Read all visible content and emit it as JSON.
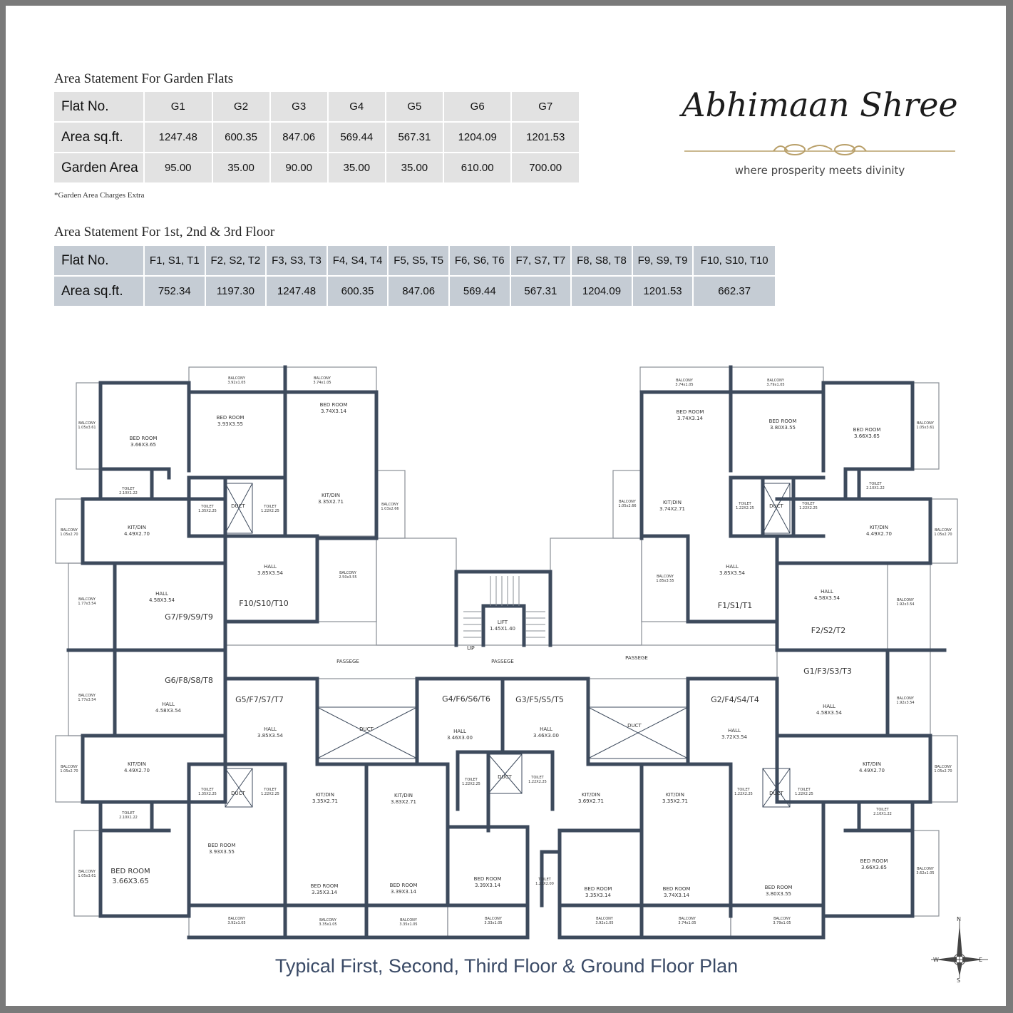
{
  "garden_table": {
    "title": "Area Statement For Garden Flats",
    "rows": [
      {
        "label": "Flat No.",
        "cells": [
          "G1",
          "G2",
          "G3",
          "G4",
          "G5",
          "G6",
          "G7"
        ]
      },
      {
        "label": "Area sq.ft.",
        "cells": [
          "1247.48",
          "600.35",
          "847.06",
          "569.44",
          "567.31",
          "1204.09",
          "1201.53"
        ]
      },
      {
        "label": "Garden Area",
        "cells": [
          "95.00",
          "35.00",
          "90.00",
          "35.00",
          "35.00",
          "610.00",
          "700.00"
        ]
      }
    ],
    "note": "*Garden Area Charges Extra"
  },
  "floor_table": {
    "title": "Area Statement For 1st, 2nd & 3rd Floor",
    "rows": [
      {
        "label": "Flat No.",
        "cells": [
          "F1, S1, T1",
          "F2, S2, T2",
          "F3, S3, T3",
          "F4, S4, T4",
          "F5, S5, T5",
          "F6, S6, T6",
          "F7, S7, T7",
          "F8, S8, T8",
          "F9, S9, T9",
          "F10, S10, T10"
        ]
      },
      {
        "label": "Area sq.ft.",
        "cells": [
          "752.34",
          "1197.30",
          "1247.48",
          "600.35",
          "847.06",
          "569.44",
          "567.31",
          "1204.09",
          "1201.53",
          "662.37"
        ]
      }
    ]
  },
  "logo": {
    "brand": "Abhimaan Shree",
    "tagline": "where prosperity meets divinity"
  },
  "plan": {
    "caption": "Typical First, Second, Third Floor &  Ground Floor Plan",
    "colors": {
      "wall": "#3d4a5c",
      "thin": "#8a8f96"
    },
    "compass": {
      "n": "N",
      "s": "S",
      "e": "E",
      "w": "W"
    },
    "unit_labels": [
      "F10/S10/T10",
      "G7/F9/S9/T9",
      "F1/S1/T1",
      "F2/S2/T2",
      "G6/F8/S8/T8",
      "G5/F7/S7/T7",
      "G4/F6/S6/T6",
      "G3/F5/S5/T5",
      "G2/F4/S4/T4",
      "G1/F3/S3/T3"
    ],
    "rooms": [
      {
        "name": "BALCONY",
        "dim": "3.92x1.05"
      },
      {
        "name": "BALCONY",
        "dim": "3.74x1.05"
      },
      {
        "name": "BALCONY",
        "dim": "3.74x1.05"
      },
      {
        "name": "BALCONY",
        "dim": "3.79x1.05"
      },
      {
        "name": "BALCONY",
        "dim": "1.05x3.61"
      },
      {
        "name": "BED ROOM",
        "dim": "3.66X3.65"
      },
      {
        "name": "BED ROOM",
        "dim": "3.93X3.55"
      },
      {
        "name": "BED ROOM",
        "dim": "3.74X3.14"
      },
      {
        "name": "BED ROOM",
        "dim": "3.74X3.14"
      },
      {
        "name": "BED ROOM",
        "dim": "3.80X3.55"
      },
      {
        "name": "BED ROOM",
        "dim": "3.66X3.65"
      },
      {
        "name": "BALCONY",
        "dim": "1.05x3.61"
      },
      {
        "name": "TOILET",
        "dim": "2.10X1.22"
      },
      {
        "name": "TOILET",
        "dim": "2.10X1.22"
      },
      {
        "name": "TOILET",
        "dim": "1.35X2.25"
      },
      {
        "name": "DUCT",
        "dim": ""
      },
      {
        "name": "TOILET",
        "dim": "1.22X2.25"
      },
      {
        "name": "KIT/DIN",
        "dim": "3.35X2.71"
      },
      {
        "name": "BALCONY",
        "dim": "1.03x2.66"
      },
      {
        "name": "BALCONY",
        "dim": "1.05x2.66"
      },
      {
        "name": "KIT/DIN",
        "dim": "3.74X2.71"
      },
      {
        "name": "TOILET",
        "dim": "1.22X2.25"
      },
      {
        "name": "DUCT",
        "dim": ""
      },
      {
        "name": "TOILET",
        "dim": "1.22X2.25"
      },
      {
        "name": "BALCONY",
        "dim": "1.05x2.70"
      },
      {
        "name": "KIT/DIN",
        "dim": "4.49X2.70"
      },
      {
        "name": "KIT/DIN",
        "dim": "4.49X2.70"
      },
      {
        "name": "BALCONY",
        "dim": "1.05x2.70"
      },
      {
        "name": "HALL",
        "dim": "3.85X3.54"
      },
      {
        "name": "BALCONY",
        "dim": "2.50x3.55"
      },
      {
        "name": "BALCONY",
        "dim": "1.85x3.55"
      },
      {
        "name": "HALL",
        "dim": "3.85X3.54"
      },
      {
        "name": "BALCONY",
        "dim": "1.77x3.54"
      },
      {
        "name": "HALL",
        "dim": "4.58X3.54"
      },
      {
        "name": "HALL",
        "dim": "4.58X3.54"
      },
      {
        "name": "BALCONY",
        "dim": "1.92x3.54"
      },
      {
        "name": "LIFT",
        "dim": "1.45X1.40"
      },
      {
        "name": "PASSEGE",
        "dim": ""
      },
      {
        "name": "PASSEGE",
        "dim": ""
      },
      {
        "name": "PASSEGE",
        "dim": ""
      },
      {
        "name": "BALCONY",
        "dim": "1.77x3.54"
      },
      {
        "name": "HALL",
        "dim": "4.58X3.54"
      },
      {
        "name": "HALL",
        "dim": "3.85X3.54"
      },
      {
        "name": "DUCT",
        "dim": ""
      },
      {
        "name": "HALL",
        "dim": "3.46X3.00"
      },
      {
        "name": "HALL",
        "dim": "3.46X3.00"
      },
      {
        "name": "DUCT",
        "dim": ""
      },
      {
        "name": "HALL",
        "dim": "3.72X3.54"
      },
      {
        "name": "HALL",
        "dim": "4.58X3.54"
      },
      {
        "name": "BALCONY",
        "dim": "1.92x3.54"
      },
      {
        "name": "BALCONY",
        "dim": "1.05x2.70"
      },
      {
        "name": "KIT/DIN",
        "dim": "4.49X2.70"
      },
      {
        "name": "TOILET",
        "dim": "1.35X2.25"
      },
      {
        "name": "DUCT",
        "dim": ""
      },
      {
        "name": "TOILET",
        "dim": "1.22X2.25"
      },
      {
        "name": "KIT/DIN",
        "dim": "3.35X2.71"
      },
      {
        "name": "KIT/DIN",
        "dim": "3.83X2.71"
      },
      {
        "name": "TOILET",
        "dim": "1.22X2.25"
      },
      {
        "name": "DUCT",
        "dim": ""
      },
      {
        "name": "TOILET",
        "dim": "1.22X2.25"
      },
      {
        "name": "KIT/DIN",
        "dim": "3.69X2.71"
      },
      {
        "name": "KIT/DIN",
        "dim": "3.35X2.71"
      },
      {
        "name": "TOILET",
        "dim": "1.22X2.25"
      },
      {
        "name": "DUCT",
        "dim": ""
      },
      {
        "name": "TOILET",
        "dim": "1.22X2.25"
      },
      {
        "name": "KIT/DIN",
        "dim": "4.49X2.70"
      },
      {
        "name": "BALCONY",
        "dim": "1.05x2.70"
      },
      {
        "name": "TOILET",
        "dim": "2.10X1.22"
      },
      {
        "name": "TOILET",
        "dim": "2.10X1.22"
      },
      {
        "name": "BALCONY",
        "dim": "1.05x3.61"
      },
      {
        "name": "BED ROOM",
        "dim": "3.66X3.65"
      },
      {
        "name": "BED ROOM",
        "dim": "3.93X3.55"
      },
      {
        "name": "BED ROOM",
        "dim": "3.35X3.14"
      },
      {
        "name": "BED ROOM",
        "dim": "3.39X3.14"
      },
      {
        "name": "BED ROOM",
        "dim": "3.39X3.14"
      },
      {
        "name": "TOILET",
        "dim": "1.22X2.00"
      },
      {
        "name": "BED ROOM",
        "dim": "3.35X3.14"
      },
      {
        "name": "BED ROOM",
        "dim": "3.74X3.14"
      },
      {
        "name": "BED ROOM",
        "dim": "3.80X3.55"
      },
      {
        "name": "BED ROOM",
        "dim": "3.66X3.65"
      },
      {
        "name": "BALCONY",
        "dim": "3.62x1.05"
      },
      {
        "name": "BALCONY",
        "dim": "3.92x1.05"
      },
      {
        "name": "BALCONY",
        "dim": "3.35x1.05"
      },
      {
        "name": "BALCONY",
        "dim": "3.35x1.05"
      },
      {
        "name": "BALCONY",
        "dim": "3.33x1.05"
      },
      {
        "name": "BALCONY",
        "dim": "3.92x1.05"
      },
      {
        "name": "BALCONY",
        "dim": "3.74x1.05"
      },
      {
        "name": "BALCONY",
        "dim": "3.79x1.05"
      }
    ],
    "up_label": "UP"
  }
}
